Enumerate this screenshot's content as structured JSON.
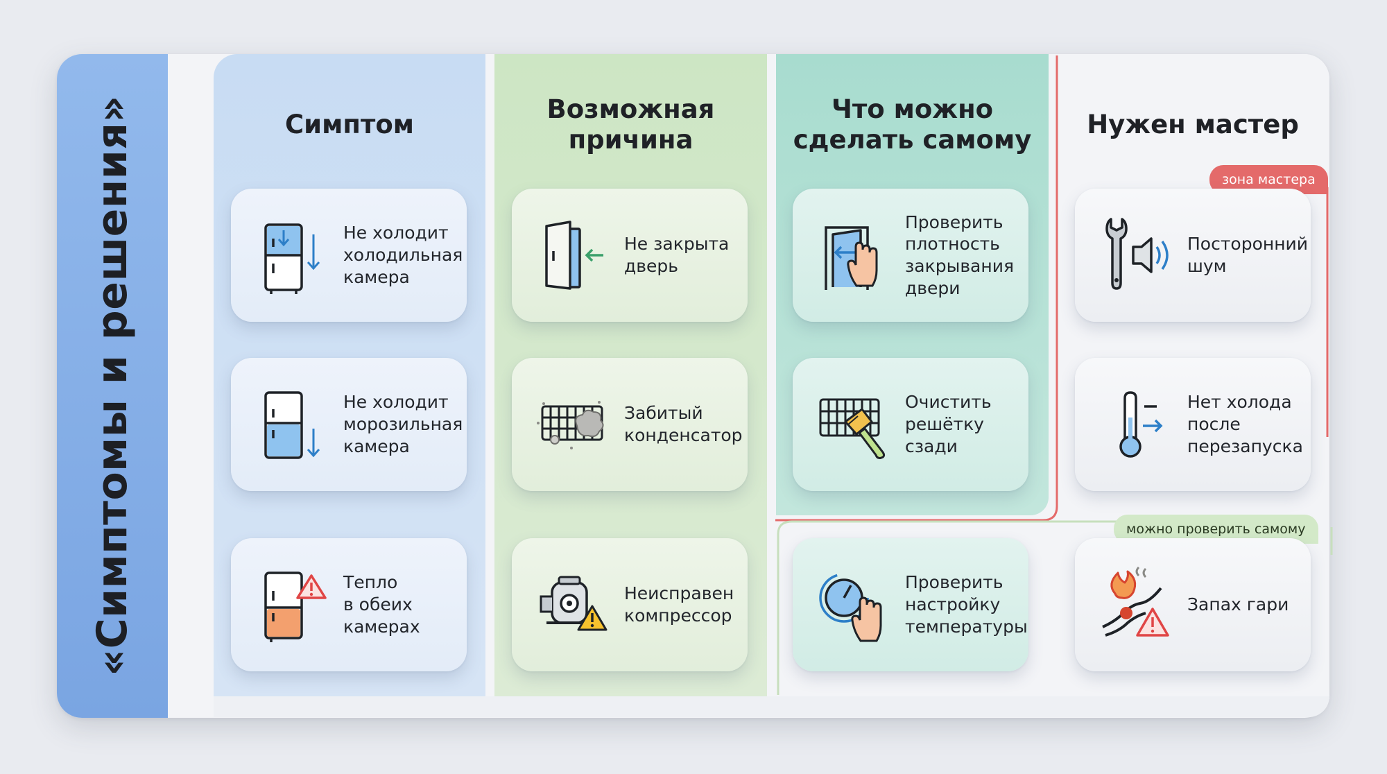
{
  "title": "«Симптомы и решения»",
  "columns": [
    {
      "key": "symptom",
      "heading": [
        "Симптом"
      ]
    },
    {
      "key": "cause",
      "heading": [
        "Возможная",
        "причина"
      ]
    },
    {
      "key": "self",
      "heading": [
        "Что можно",
        "сделать самому"
      ]
    },
    {
      "key": "master",
      "heading": [
        "Нужен мастер"
      ]
    }
  ],
  "tags": {
    "master_zone": "зона мастера",
    "self_check": "можно проверить самому"
  },
  "cards": {
    "symptom": [
      {
        "text": "Не холодит\nхолодильная\nкамера",
        "icon": "fridge-top-cold-icon"
      },
      {
        "text": "Не холодит\nморозильная\nкамера",
        "icon": "fridge-bottom-cold-icon"
      },
      {
        "text": "Тепло\nв обеих\nкамерах",
        "icon": "fridge-warm-warning-icon"
      }
    ],
    "cause": [
      {
        "text": "Не закрыта\nдверь",
        "icon": "open-door-icon"
      },
      {
        "text": "Забитый\nконденсатор",
        "icon": "clogged-condenser-icon"
      },
      {
        "text": "Неисправен\nкомпрессор",
        "icon": "compressor-warning-icon"
      }
    ],
    "self": [
      {
        "text": "Проверить\nплотность\nзакрывания\nдвери",
        "icon": "door-hand-icon"
      },
      {
        "text": "Очистить\nрешётку\nсзади",
        "icon": "grille-brush-icon"
      },
      {
        "text": "Проверить\nнастройку\nтемпературы",
        "icon": "thermostat-dial-icon"
      }
    ],
    "master": [
      {
        "text": "Посторонний\nшум",
        "icon": "wrench-speaker-icon"
      },
      {
        "text": "Нет холода\nпосле\nперезапуска",
        "icon": "thermometer-icon"
      },
      {
        "text": "Запах гари",
        "icon": "burning-wire-icon"
      }
    ]
  },
  "colors": {
    "sidebar": "#7aa5e2",
    "symptom_column": "#c8dcf3",
    "cause_column": "#cde6c4",
    "self_column": "#a8dccf",
    "master_zone_line": "#e46a6a",
    "self_check_line": "#c7dfbd",
    "warning": "#e04545",
    "cold_fill": "#8fc3ef",
    "warm_fill": "#f3a06e"
  }
}
